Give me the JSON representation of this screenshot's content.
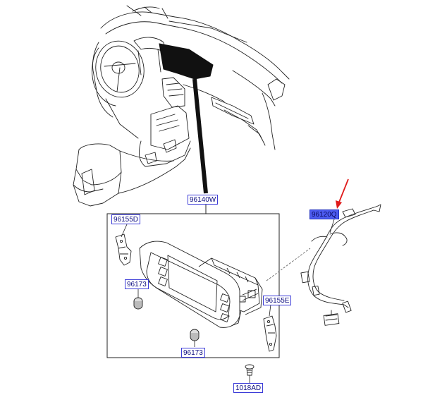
{
  "colors": {
    "line": "#222222",
    "label_border": "#3c3cd8",
    "label_text": "#0a0a80",
    "selected_fill": "#4d5cf0",
    "pointer": "#e01a1a"
  },
  "labels": {
    "assembly": "96140W",
    "wiring": "96120Q",
    "bracket_left": "96155D",
    "bracket_right": "96155E",
    "bushing_upper": "96173",
    "bushing_lower": "96173",
    "screw": "1018AD"
  },
  "selected_part": "96120Q"
}
